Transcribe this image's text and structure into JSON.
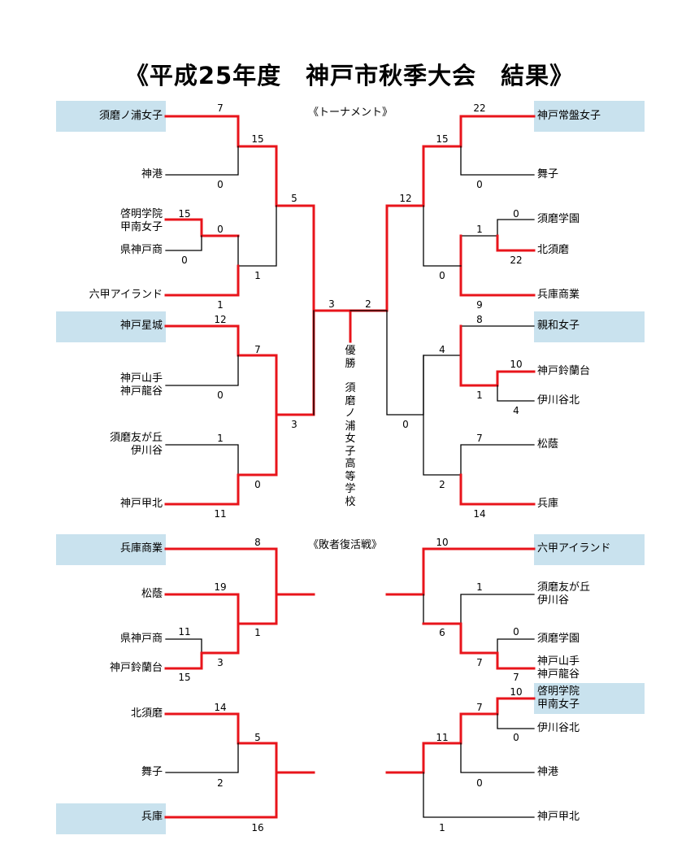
{
  "title": "《平成25年度　神戸市秋季大会　結果》",
  "sections": {
    "tournament": "《トーナメント》",
    "consolation": "《敗者復活戦》"
  },
  "champion": {
    "label": "優勝",
    "team": "須磨ノ浦女子高等学校"
  },
  "colors": {
    "winner_line": "#e8141b",
    "loser_line": "#000000",
    "highlight": "#c9e2ee"
  },
  "teams": {
    "t1": "須磨ノ浦女子",
    "t2": "神港",
    "t3": "啓明学院\n甲南女子",
    "t4": "県神戸商",
    "t5": "六甲アイランド",
    "t6": "神戸星城",
    "t7": "神戸山手\n神戸龍谷",
    "t8": "須磨友が丘\n伊川谷",
    "t9": "神戸甲北",
    "t10": "神戸常盤女子",
    "t11": "舞子",
    "t12": "須磨学園",
    "t13": "北須磨",
    "t14": "兵庫商業",
    "t15": "親和女子",
    "t16": "神戸鈴蘭台",
    "t17": "伊川谷北",
    "t18": "松蔭",
    "t19": "兵庫",
    "c1": "兵庫商業",
    "c2": "松蔭",
    "c3": "県神戸商",
    "c4": "神戸鈴蘭台",
    "c5": "北須磨",
    "c6": "舞子",
    "c7": "兵庫",
    "c8": "六甲アイランド",
    "c9": "須磨友が丘\n伊川谷",
    "c10": "須磨学園",
    "c11": "神戸山手\n神戸龍谷",
    "c12": "啓明学院\n甲南女子",
    "c13": "伊川谷北",
    "c14": "神港",
    "c15": "神戸甲北"
  },
  "scores": {
    "s1": "7",
    "s2": "0",
    "s3": "15",
    "s4": "0",
    "s5": "0",
    "s6": "15",
    "s7": "1",
    "s8": "5",
    "s9": "1",
    "s10": "12",
    "s11": "0",
    "s12": "7",
    "s13": "1",
    "s14": "11",
    "s15": "0",
    "s16": "3",
    "s17": "3",
    "s18": "2",
    "s19": "22",
    "s20": "0",
    "s21": "15",
    "s22": "0",
    "s23": "22",
    "s24": "1",
    "s25": "9",
    "s26": "0",
    "s27": "12",
    "s28": "8",
    "s29": "10",
    "s30": "4",
    "s31": "4",
    "s32": "1",
    "s33": "7",
    "s34": "14",
    "s35": "2",
    "s36": "0",
    "k1": "8",
    "k2": "19",
    "k3": "11",
    "k4": "15",
    "k5": "3",
    "k6": "1",
    "k7": "14",
    "k8": "2",
    "k9": "16",
    "k10": "5",
    "k11": "10",
    "k12": "1",
    "k13": "0",
    "k14": "7",
    "k15": "7",
    "k16": "6",
    "k17": "10",
    "k18": "0",
    "k19": "7",
    "k20": "0",
    "k21": "1",
    "k22": "11"
  }
}
